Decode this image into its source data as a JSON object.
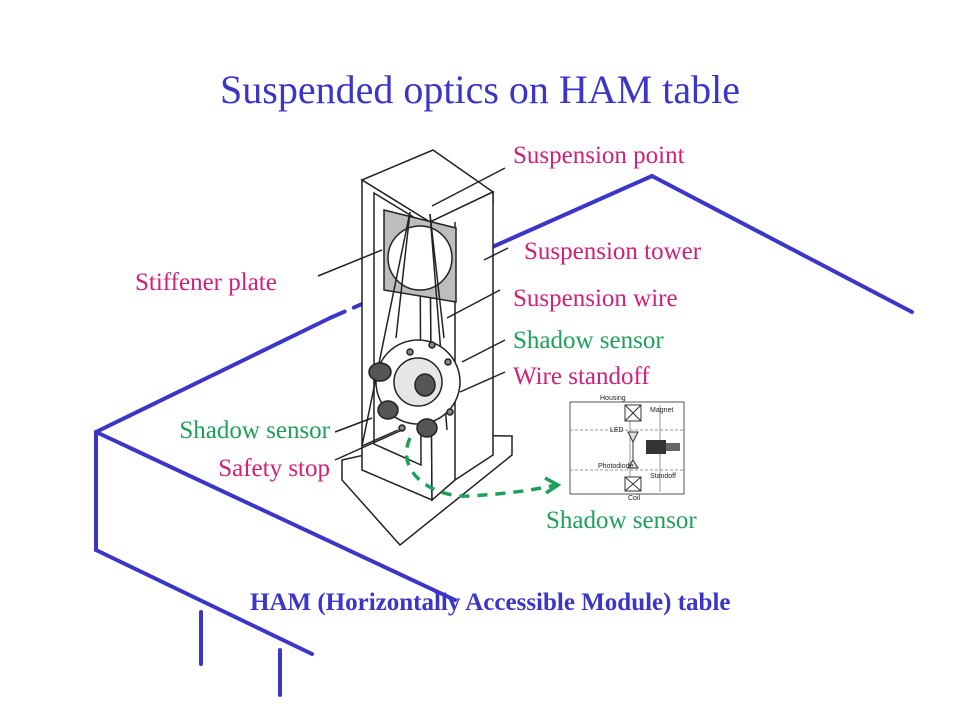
{
  "title": "Suspended optics on HAM table",
  "labels": {
    "suspension_point": "Suspension point",
    "suspension_tower": "Suspension tower",
    "stiffener_plate": "Stiffener plate",
    "suspension_wire": "Suspension wire",
    "shadow_sensor_right": "Shadow sensor",
    "wire_standoff": "Wire standoff",
    "shadow_sensor_left": "Shadow sensor",
    "safety_stop": "Safety stop",
    "shadow_sensor_inset": "Shadow sensor",
    "ham_table": "HAM (Horizontally Accessible Module) table"
  },
  "inset_labels": {
    "led": "LED",
    "magnet": "Magnet",
    "photodiode": "Photodiode",
    "standoff": "Standoff",
    "coil": "Coil",
    "housing": "Housing"
  },
  "colors": {
    "title": "#3b35c9",
    "table_lines": "#3b35c9",
    "magenta_labels": "#d0207a",
    "green_labels": "#1fa05a"
  }
}
